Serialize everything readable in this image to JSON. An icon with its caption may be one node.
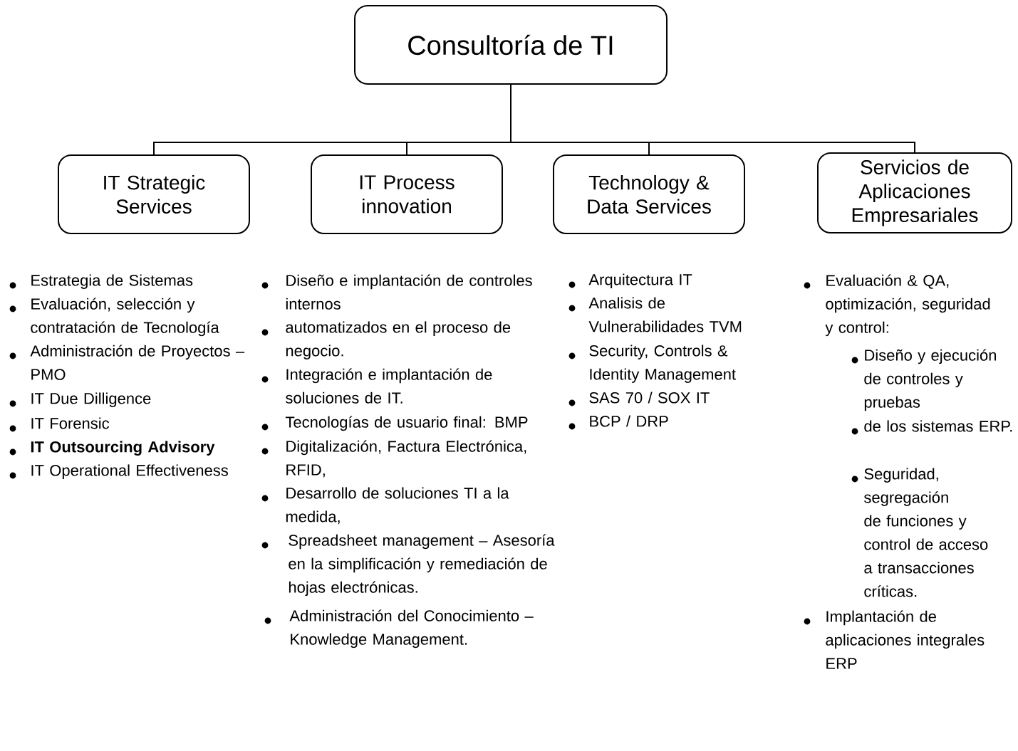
{
  "diagram": {
    "nodes": [
      {
        "text": [
          "Consultoría de TI"
        ]
      },
      {
        "text": [
          "IT Strategic Services"
        ]
      },
      {
        "text": [
          "IT Process innovation"
        ]
      },
      {
        "text": [
          "Technology & Data Services"
        ]
      },
      {
        "text": [
          "Servicios de Aplicaciones Empresariales"
        ]
      }
    ],
    "edges": [
      {
        "from": 0,
        "to": 1,
        "arrow": "none"
      },
      {
        "from": 0,
        "to": 2,
        "arrow": "none"
      },
      {
        "from": 0,
        "to": 3,
        "arrow": "none"
      },
      {
        "from": 0,
        "to": 4,
        "arrow": "none"
      }
    ],
    "labels": [
      "Estrategia de Sistemas",
      "Evaluación, selección y contratación de Tecnología",
      "Administración de Proyectos – PMO",
      "IT Due Dilligence",
      "IT Forensic",
      "IT Outsourcing Advisory",
      "IT Operational Effectiveness",
      "Diseño e implantación de controles internos",
      "automatizados en el proceso de negocio.",
      "Integración e implantación de soluciones de IT.",
      "Tecnologías de usuario final: BMP",
      "Digitalización, Factura Electrónica, RFID,",
      "Desarrollo de soluciones TI a la medida,",
      "Spreadsheet management – Asesoría en la simplificación y remediación de hojas electrónicas.",
      "Administración del Conocimiento – Knowledge Management.",
      "Arquitectura IT",
      "Analisis de Vulnerabilidades TVM",
      "Security, Controls & Identity Management",
      "SAS 70 / SOX IT",
      "BCP / DRP",
      "Evaluación & QA, optimización, seguridad y control:",
      "Diseño y ejecución de controles y pruebas",
      "de los sistemas ERP.",
      "Seguridad, segregación de funciones y control de acceso a transacciones críticas.",
      "Implantación de aplicaciones integrales ERP"
    ]
  }
}
